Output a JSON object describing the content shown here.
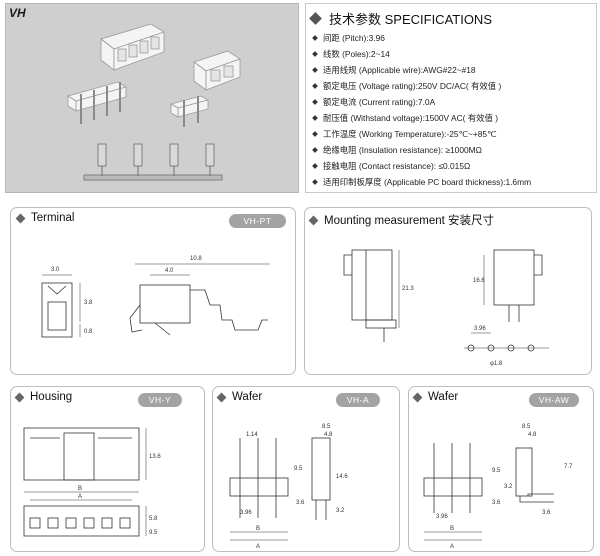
{
  "photo": {
    "series": "VH"
  },
  "specs": {
    "title": "技术参数  SPECIFICATIONS",
    "rows": [
      "间距 (Pitch):3.96",
      "线数 (Poles):2~14",
      "适用线规 (Applicable wire):AWG#22~#18",
      "额定电压 (Voltage rating):250V DC/AC( 有效值 )",
      "额定电流 (Current rating):7.0A",
      "耐压值 (Withstand voltage):1500V AC( 有效值 )",
      "工作温度 (Working Temperature):-25℃~+85℃",
      "绝缘电阻 (Insulation resistance): ≥1000MΩ",
      "接触电阻 (Contact resistance): ≤0.015Ω",
      "适用印制板厚度 (Applicable PC board thickness):1.6mm"
    ]
  },
  "panels": {
    "terminal": {
      "title": "Terminal",
      "tag": "VH-PT"
    },
    "mounting": {
      "title": "Mounting measurement  安装尺寸"
    },
    "housing": {
      "title": "Housing",
      "tag": "VH-Y"
    },
    "wafer_a": {
      "title": "Wafer",
      "tag": "VH-A"
    },
    "wafer_aw": {
      "title": "Wafer",
      "tag": "VH-AW"
    }
  },
  "dims": {
    "terminal": [
      "3.0",
      "3.8",
      "0.8",
      "10.8",
      "4.0"
    ],
    "mounting": [
      "21.3",
      "16.6",
      "3.96",
      "φ1.8"
    ],
    "housing": [
      "13.6",
      "B",
      "A",
      "5.8",
      "9.5"
    ],
    "wafer_a": [
      "1.14",
      "8.5",
      "4.8",
      "9.5",
      "14.6",
      "3.96",
      "3.6",
      "3.2",
      "B",
      "A"
    ],
    "wafer_aw": [
      "8.5",
      "4.8",
      "7.7",
      "9.5",
      "3.96",
      "3.6",
      "3.2",
      "B",
      "A",
      "3.6"
    ]
  }
}
